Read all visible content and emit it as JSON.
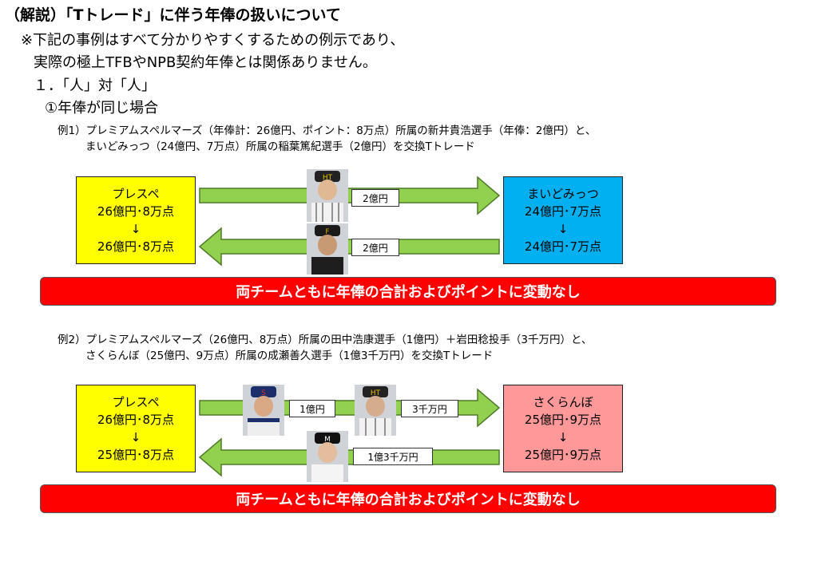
{
  "header": {
    "title": "（解説）「Tトレード」に伴う年俸の扱いについて",
    "note1": "※下記の事例はすべて分かりやすくするための例示であり、",
    "note2": "実際の極上TFBやNPB契約年俸とは関係ありません。",
    "section": "１．「人」対「人」",
    "subsection": "①年俸が同じ場合"
  },
  "example1": {
    "line1": "例1）プレミアムスペルマーズ（年俸計：26億円、ポイント：8万点）所属の新井貴浩選手（年俸：2億円）と、",
    "line2": "まいどみっつ（24億円、7万点）所属の稲葉篤紀選手（2億円）を交換Tトレード",
    "left_box": {
      "name": "プレスペ",
      "before": "26億円･8万点",
      "arrow": "↓",
      "after": "26億円･8万点"
    },
    "right_box": {
      "name": "まいどみっつ",
      "before": "24億円･7万点",
      "arrow": "↓",
      "after": "24億円･7万点"
    },
    "label_top": "2億円",
    "label_bottom": "2億円",
    "banner": "両チームともに年俸の合計およびポイントに変動なし"
  },
  "example2": {
    "line1": "例2）プレミアムスペルマーズ（26億円、8万点）所属の田中浩康選手（1億円）＋岩田稔投手（3千万円）と、",
    "line2": "さくらんぼ（25億円、9万点）所属の成瀬善久選手（1億3千万円）を交換Tトレード",
    "left_box": {
      "name": "プレスペ",
      "before": "26億円･8万点",
      "arrow": "↓",
      "after": "25億円･8万点"
    },
    "right_box": {
      "name": "さくらんぼ",
      "before": "25億円･9万点",
      "arrow": "↓",
      "after": "25億円･9万点"
    },
    "label_top_1": "1億円",
    "label_top_2": "3千万円",
    "label_bottom": "1億3千万円",
    "banner": "両チームともに年俸の合計およびポイントに変動なし"
  },
  "colors": {
    "arrow_fill": "#92d050",
    "arrow_stroke": "#4f7a28",
    "left_box": "#ffff00",
    "right_box_1": "#00b0f0",
    "right_box_2": "#ff9999",
    "banner": "#ff0000"
  }
}
